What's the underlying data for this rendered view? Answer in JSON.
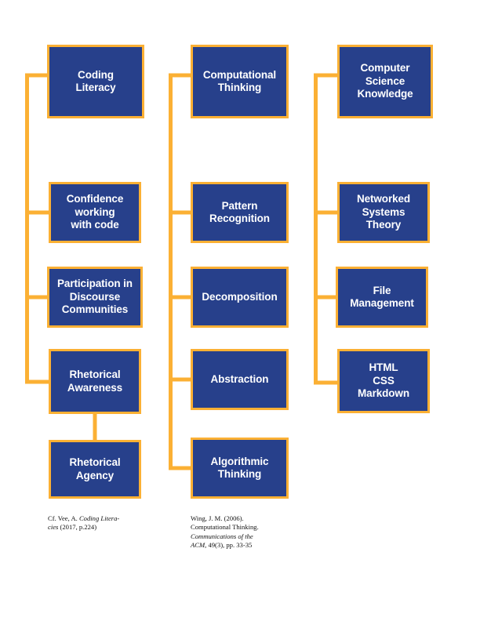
{
  "diagram": {
    "title": "Coding Literacy, Computational Thinking, and Computer Science Knowledge concept map",
    "colors": {
      "node_fill": "#27408B",
      "node_border": "#FBB034",
      "node_text": "#FFFFFF",
      "connector": "#FBB034",
      "background": "#FFFFFF",
      "footnote_text": "#111111"
    },
    "columns": [
      {
        "id": "coding-literacy",
        "root": "Coding\nLiteracy",
        "children": [
          "Confidence\nworking\nwith code",
          "Participation in\nDiscourse\nCommunities",
          "Rhetorical\nAwareness"
        ],
        "sub_children": [
          "Rhetorical\nAgency"
        ],
        "footnote_plain_1": "Cf. Vee, A. ",
        "footnote_italic_1": "Coding Litera-\ncies",
        "footnote_plain_2": " (2017, p.224)"
      },
      {
        "id": "computational-thinking",
        "root": "Computational\nThinking",
        "children": [
          "Pattern\nRecognition",
          "Decomposition",
          "Abstraction",
          "Algorithmic\nThinking"
        ],
        "sub_children": [],
        "footnote_plain_1": "Wing, J. M. (2006).\nComputational Thinking. ",
        "footnote_italic_1": "Communications of the\nACM",
        "footnote_plain_2": ", 49(3), pp. 33-35"
      },
      {
        "id": "computer-science-knowledge",
        "root": "Computer\nScience\nKnowledge",
        "children": [
          "Networked\nSystems\nTheory",
          "File\nManagement",
          "HTML\nCSS\nMarkdown"
        ],
        "sub_children": [],
        "footnote_plain_1": "",
        "footnote_italic_1": "",
        "footnote_plain_2": ""
      }
    ]
  }
}
